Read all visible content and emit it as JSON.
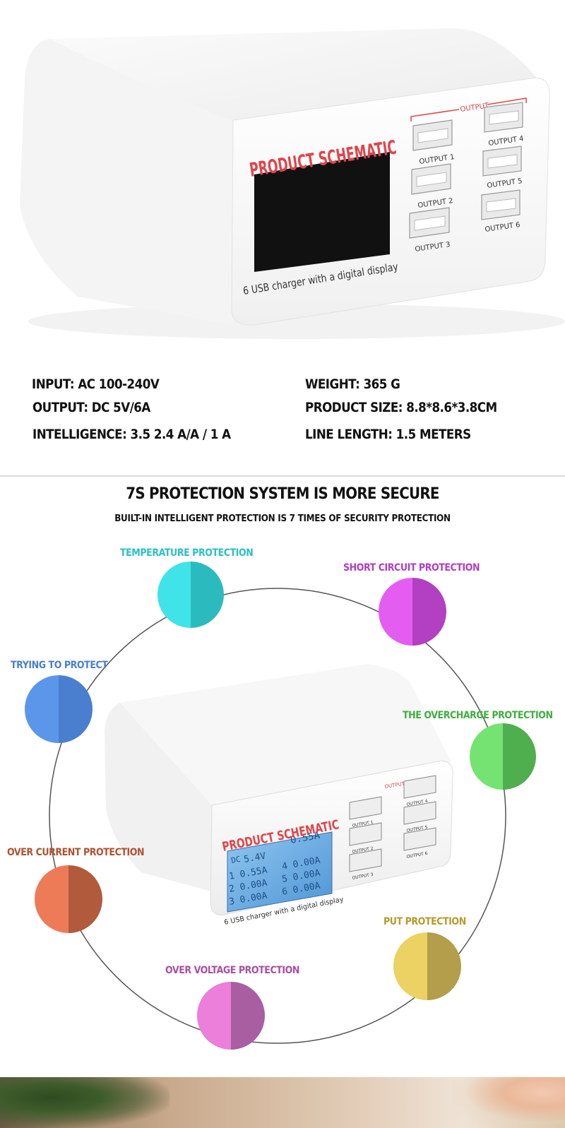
{
  "hero": {
    "device_title": "PRODUCT SCHEMATIC",
    "device_caption": "6 USB charger with a digital display",
    "output_header": "OUTPUT",
    "ports": [
      "OUTPUT 1",
      "OUTPUT 2",
      "OUTPUT 3",
      "OUTPUT 4",
      "OUTPUT 5",
      "OUTPUT 6"
    ]
  },
  "specs": {
    "input": "INPUT: AC 100-240V",
    "output": "OUTPUT: DC 5V/6A",
    "intelligence": "INTELLIGENCE: 3.5 2.4 A/A / 1 A",
    "weight": "WEIGHT: 365 G",
    "size": "PRODUCT SIZE: 8.8*8.6*3.8CM",
    "line_length": "LINE LENGTH: 1.5 METERS"
  },
  "protection": {
    "title": "7S PROTECTION SYSTEM IS MORE SECURE",
    "subtitle": "BUILT-IN INTELLIGENT PROTECTION IS 7 TIMES OF SECURITY PROTECTION",
    "items": [
      {
        "label": "TEMPERATURE PROTECTION",
        "color": "#2bbfc4"
      },
      {
        "label": "SHORT CIRCUIT PROTECTION",
        "color": "#b13ec4"
      },
      {
        "label": "TRYING TO PROTECT",
        "color": "#4a7fcf"
      },
      {
        "label": "THE OVERCHARGE PROTECTION",
        "color": "#3fae3f"
      },
      {
        "label": "OVER CURRENT PROTECTION",
        "color": "#b0512e"
      },
      {
        "label": "PUT PROTECTION",
        "color": "#b59a2a"
      },
      {
        "label": "OVER VOLTAGE PROTECTION",
        "color": "#a84fa0"
      }
    ],
    "device_title": "PRODUCT SCHEMATIC",
    "device_caption": "6 USB charger with a digital display",
    "output_header": "OUTPUT",
    "ports": [
      "OUTPUT 1",
      "OUTPUT 2",
      "OUTPUT 3",
      "OUTPUT 4",
      "OUTPUT 5",
      "OUTPUT 6"
    ],
    "lcd": {
      "voltage_prefix": "DC",
      "voltage": "5.4V",
      "total": "0.55A",
      "rows_left": [
        "1 0.55A",
        "2 0.00A",
        "3 0.00A"
      ],
      "rows_right": [
        "4 0.00A",
        "5 0.00A",
        "6 0.00A"
      ]
    }
  }
}
